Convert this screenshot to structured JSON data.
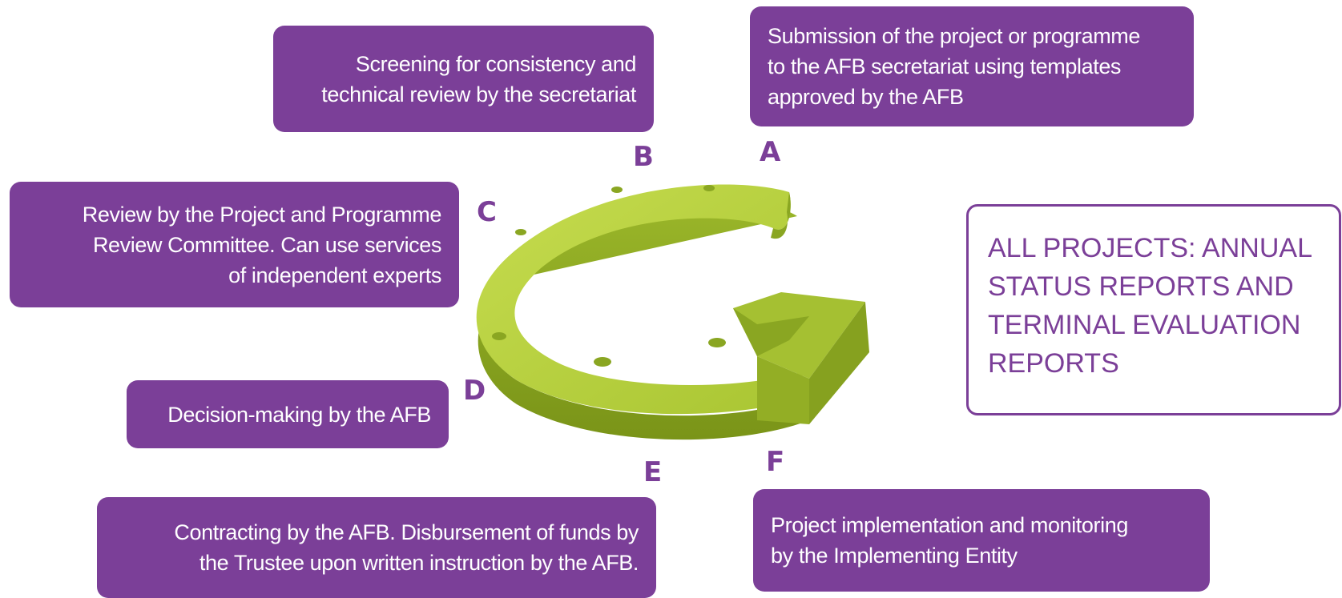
{
  "steps": [
    {
      "letter": "A",
      "text": "Submission of the project or programme\nto the AFB secretariat using templates\napproved by the AFB"
    },
    {
      "letter": "B",
      "text": "Screening for consistency and\ntechnical review by the secretariat"
    },
    {
      "letter": "C",
      "text": "Review by the Project and Programme\nReview Committee. Can use services\nof independent experts"
    },
    {
      "letter": "D",
      "text": "Decision-making by the AFB"
    },
    {
      "letter": "E",
      "text": "Contracting by the AFB. Disbursement of funds by\nthe Trustee upon written instruction by the AFB."
    },
    {
      "letter": "F",
      "text": "Project implementation and monitoring\nby the Implementing Entity"
    }
  ],
  "reports_box": {
    "text": "ALL PROJECTS: ANNUAL\nSTATUS REPORTS AND\nTERMINAL EVALUATION\nREPORTS"
  },
  "colors": {
    "purple": "#7b3f98",
    "arrow_light": "#b5cf3c",
    "arrow_dark": "#7f9a1c"
  },
  "icons": {
    "cycle": "circular-arrow-icon"
  }
}
